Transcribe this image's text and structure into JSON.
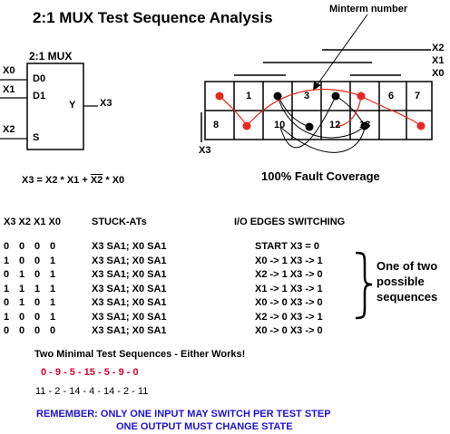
{
  "title": "2:1 MUX Test Sequence Analysis",
  "mux": {
    "heading": "2:1 MUX",
    "inputs_outside": [
      "X0",
      "X1",
      "X2"
    ],
    "ports_inside": [
      "D0",
      "D1",
      "S",
      "Y"
    ],
    "output": "X3",
    "equation_lhs": "X3 = X2 * X1 + ",
    "equation_bar": "X2",
    "equation_rhs": " * X0"
  },
  "kmap": {
    "minterm_label": "Minterm number",
    "variables": [
      "X2",
      "X1",
      "X0",
      "X3"
    ],
    "top_row": [
      "",
      "1",
      "",
      "3",
      "",
      "",
      "6",
      "7"
    ],
    "bottom_row": [
      "8",
      "",
      "10",
      "",
      "12",
      "13",
      "",
      ""
    ],
    "coverage": "100% Fault Coverage"
  },
  "table": {
    "header_inputs": "X3 X2 X1 X0",
    "header_stuck": "STUCK-ATs",
    "header_io": "I/O EDGES SWITCHING",
    "rows": [
      {
        "bits": [
          "0",
          "0",
          "0",
          "0"
        ],
        "stuck": "X3 SA1; X0 SA1",
        "io": "START  X3 = 0"
      },
      {
        "bits": [
          "1",
          "0",
          "0",
          "1"
        ],
        "stuck": "X3 SA1; X0 SA1",
        "io": "X0 -> 1  X3 -> 1"
      },
      {
        "bits": [
          "0",
          "1",
          "0",
          "1"
        ],
        "stuck": "X3 SA1; X0 SA1",
        "io": "X2 -> 1  X3 -> 0"
      },
      {
        "bits": [
          "1",
          "1",
          "1",
          "1"
        ],
        "stuck": "X3 SA1; X0 SA1",
        "io": "X1 -> 1  X3 -> 1"
      },
      {
        "bits": [
          "0",
          "1",
          "0",
          "1"
        ],
        "stuck": "X3 SA1; X0 SA1",
        "io": "X0 -> 0  X3 -> 0"
      },
      {
        "bits": [
          "1",
          "0",
          "0",
          "1"
        ],
        "stuck": "X3 SA1; X0 SA1",
        "io": "X2 -> 0  X3 -> 1"
      },
      {
        "bits": [
          "0",
          "0",
          "0",
          "0"
        ],
        "stuck": "X3 SA1; X0 SA1",
        "io": "X0 -> 0  X3 -> 0"
      }
    ],
    "brace_note": [
      "One of two",
      "possible",
      "sequences"
    ]
  },
  "sequences": {
    "heading": "Two Minimal Test Sequences - Either Works!",
    "red_sequence": "0 - 9 - 5 - 15 - 5 - 9 - 0",
    "black_sequence": "11 - 2 - 14 - 4 - 14 - 2 - 11"
  },
  "remember": {
    "line1": "REMEMBER: ONLY ONE INPUT MAY SWITCH PER TEST STEP",
    "line2": "ONE OUTPUT MUST CHANGE STATE"
  },
  "colors": {
    "red_path": "#e8281e",
    "black_path": "#000000",
    "remember_text": "#1e12d6",
    "red_sequence_text": "#d8002c"
  }
}
